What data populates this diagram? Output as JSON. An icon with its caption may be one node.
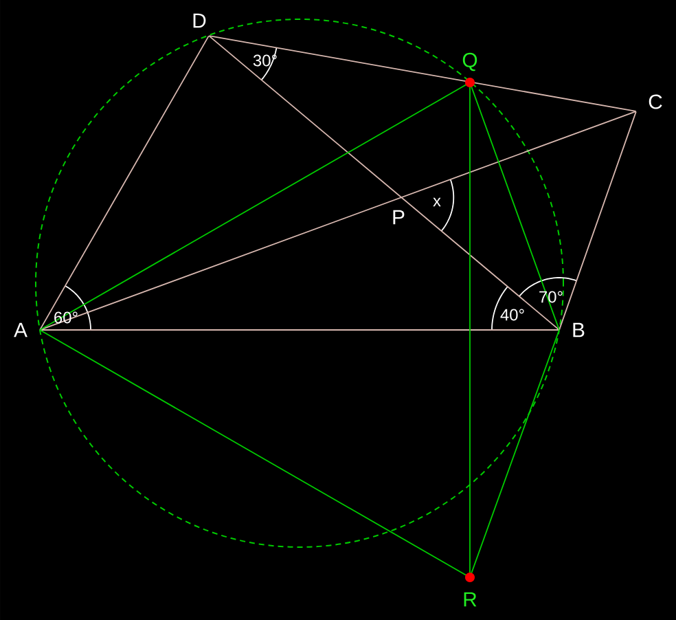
{
  "diagram": {
    "nodes": [
      {
        "text": [
          "A"
        ]
      },
      {
        "text": [
          "B"
        ]
      },
      {
        "text": [
          "C"
        ]
      },
      {
        "text": [
          "D"
        ]
      },
      {
        "text": [
          "Q"
        ]
      },
      {
        "text": [
          "R"
        ]
      }
    ],
    "edges": [
      {
        "from": 0,
        "to": 1,
        "arrow": "none"
      },
      {
        "from": 0,
        "to": 3,
        "arrow": "none"
      },
      {
        "from": 3,
        "to": 2,
        "arrow": "none"
      },
      {
        "from": 2,
        "to": 1,
        "arrow": "none"
      },
      {
        "from": 3,
        "to": 1,
        "arrow": "none"
      },
      {
        "from": 0,
        "to": 2,
        "arrow": "none"
      },
      {
        "from": 0,
        "to": 4,
        "arrow": "none",
        "color": "#00cc00"
      },
      {
        "from": 4,
        "to": 1,
        "arrow": "none",
        "color": "#00cc00"
      },
      {
        "from": 4,
        "to": 5,
        "arrow": "none",
        "color": "#00cc00"
      },
      {
        "from": 0,
        "to": 5,
        "arrow": "none",
        "color": "#00cc00"
      },
      {
        "from": 5,
        "to": 1,
        "arrow": "none",
        "color": "#00cc00"
      }
    ],
    "labels": [
      "30°",
      "x",
      "P",
      "60°",
      "40°",
      "70°"
    ]
  }
}
